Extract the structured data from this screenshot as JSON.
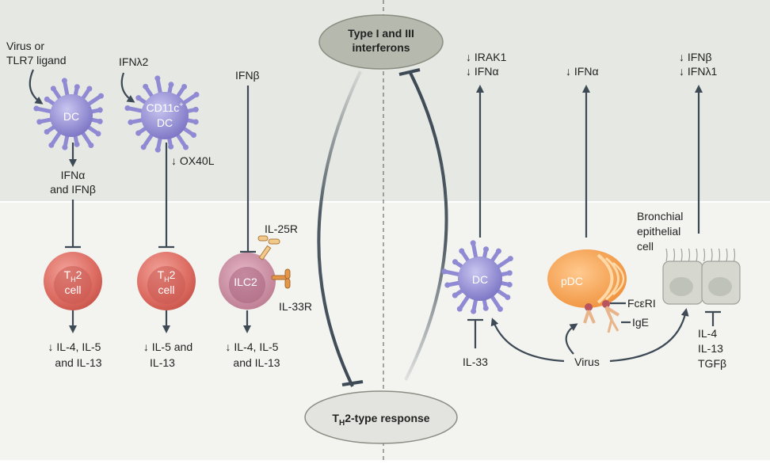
{
  "colors": {
    "upper_band": "#e6e8e3",
    "lower_band": "#f2f2ef",
    "dc_purple": "#8f8ad3",
    "th2_red": "#d96a62",
    "ilc2_pink": "#c98aa0",
    "pdc_orange": "#f29a4a",
    "receptor_orange": "#e8a35a",
    "epithelial_gray": "#cfd2c8",
    "line_dark": "#3d4a55"
  },
  "top_node": {
    "line1": "Type I and III",
    "line2": "interferons"
  },
  "bottom_node": {
    "prefix": "T",
    "sub": "H",
    "suffix": "2-type response"
  },
  "left": {
    "virus_label": {
      "line1": "Virus or",
      "line2": "TLR7 ligand"
    },
    "dc1_label": "DC",
    "ifn_lambda2_label": "IFNλ2",
    "cd11c_label": {
      "line1a": "CD11c",
      "sup": "+",
      "line2": "DC"
    },
    "ifn_beta_label": "IFNβ",
    "ifna_ifnb": {
      "line1": "IFNα",
      "line2": "and IFNβ"
    },
    "ox40l": "↓ OX40L",
    "th2_cell": {
      "t": "T",
      "sub": "H",
      "two": "2",
      "line2": "cell"
    },
    "ilc2_label": "ILC2",
    "il25r": "IL-25R",
    "il33r": "IL-33R",
    "out1": {
      "line1": "↓ IL-4, IL-5",
      "line2": "and IL-13"
    },
    "out2": {
      "line1": "↓ IL-5 and",
      "line2": "IL-13"
    },
    "out3": {
      "line1": "↓ IL-4, IL-5",
      "line2": "and IL-13"
    }
  },
  "right": {
    "irak1": {
      "line1": "↓ IRAK1",
      "line2": "↓ IFNα"
    },
    "ifna": "↓ IFNα",
    "ifnb": {
      "line1": "↓ IFNβ",
      "line2": "↓ IFNλ1"
    },
    "dc_label": "DC",
    "pdc_label": "pDC",
    "bronchial": {
      "line1": "Bronchial",
      "line2": "epithelial",
      "line3": "cell"
    },
    "fceri": "FcεRI",
    "ige": "IgE",
    "il33": "IL-33",
    "virus": "Virus",
    "cytokines": {
      "line1": "IL-4",
      "line2": "IL-13",
      "line3": "TGFβ"
    }
  }
}
